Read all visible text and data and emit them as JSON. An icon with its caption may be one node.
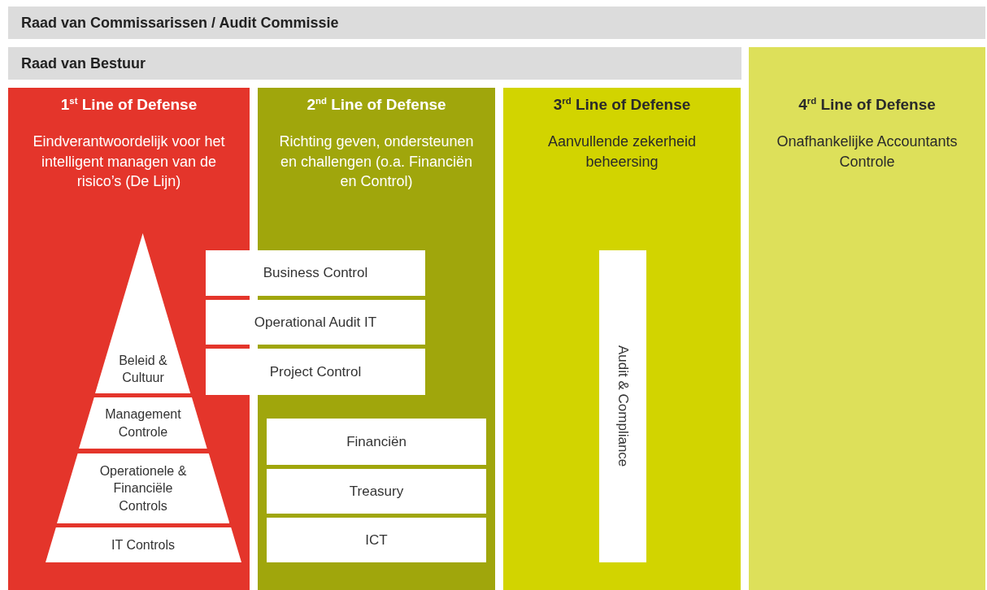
{
  "diagram": {
    "nodes": [
      {
        "text": [
          "Raad van Commissarissen / Audit Commissie"
        ]
      },
      {
        "text": [
          "Raad van Bestuur"
        ]
      },
      {
        "text": [
          "1$^{st}$ Line of Defense",
          "Eindverantwoordelijk voor het intelligent managen van de risico’s (De Lijn)"
        ]
      },
      {
        "text": [
          "Beleid & Cultuur"
        ],
        "in": 2
      },
      {
        "text": [
          "Management Controle"
        ],
        "in": 2
      },
      {
        "text": [
          "Operationele & Financiële Controls"
        ],
        "in": 2
      },
      {
        "text": [
          "IT Controls"
        ],
        "in": 2
      },
      {
        "text": [
          "2$^{nd}$ Line of Defense",
          "Richting geven, ondersteunen en challengen (o.a. Financiën en Control)"
        ]
      },
      {
        "text": [
          "Business Control"
        ]
      },
      {
        "text": [
          "Operational Audit IT"
        ]
      },
      {
        "text": [
          "Project Control"
        ]
      },
      {
        "text": [
          "Financiën"
        ],
        "in": 7
      },
      {
        "text": [
          "Treasury"
        ],
        "in": 7
      },
      {
        "text": [
          "ICT"
        ],
        "in": 7
      },
      {
        "text": [
          "3$^{rd}$ Line of Defense",
          "Aanvullende zekerheid beheersing"
        ]
      },
      {
        "text": [
          "Audit & Compliance"
        ],
        "in": 14
      },
      {
        "text": [
          "4$^{rd}$ Line of Defense",
          "Onafhankelijke Accountants Controle"
        ]
      }
    ]
  }
}
